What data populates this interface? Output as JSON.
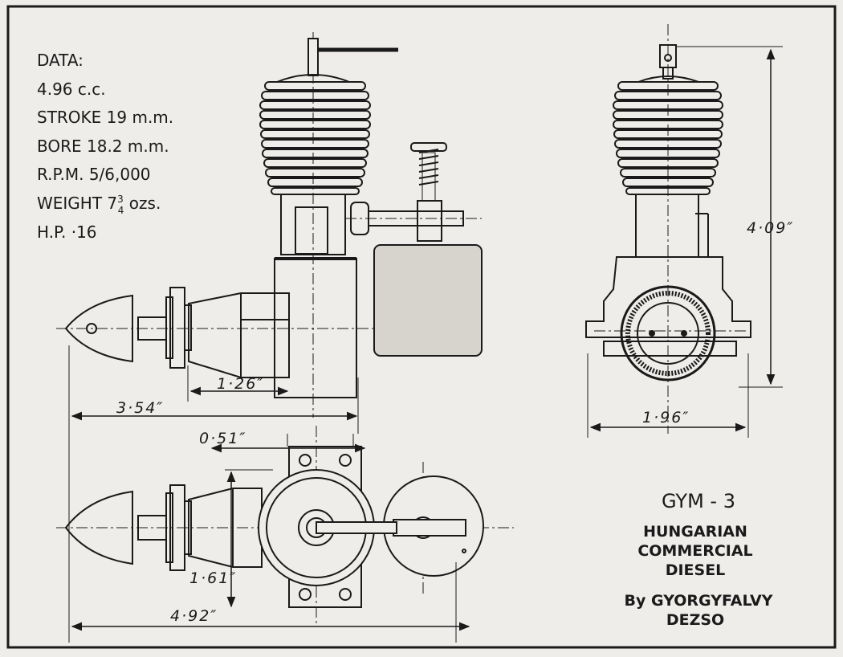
{
  "specs": {
    "heading": "DATA:",
    "displacement": "4.96 c.c.",
    "stroke": "STROKE  19 m.m.",
    "bore": "BORE  18.2 m.m.",
    "rpm": "R.P.M.  5/6,000",
    "weight_prefix": "WEIGHT  7",
    "weight_frac_num": "3",
    "weight_frac_den": "4",
    "weight_suffix": " ozs.",
    "hp": "H.P. ·16"
  },
  "dimensions": {
    "nose_to_mount": "1·26″",
    "overall_length_side": "3·54″",
    "height": "4·09″",
    "mount_width": "1·96″",
    "offset_top": "0·51″",
    "width_plan": "1·61″",
    "overall_length_plan": "4·92″"
  },
  "title": {
    "model": "GYM - 3",
    "line1": "HUNGARIAN",
    "line2": "COMMERCIAL",
    "line3": "DIESEL",
    "author1": "By GYORGYFALVY",
    "author2": "DEZSO"
  },
  "colors": {
    "ink": "#1a1a1a",
    "paper": "#efedea",
    "tank": "#d7d4ce"
  }
}
